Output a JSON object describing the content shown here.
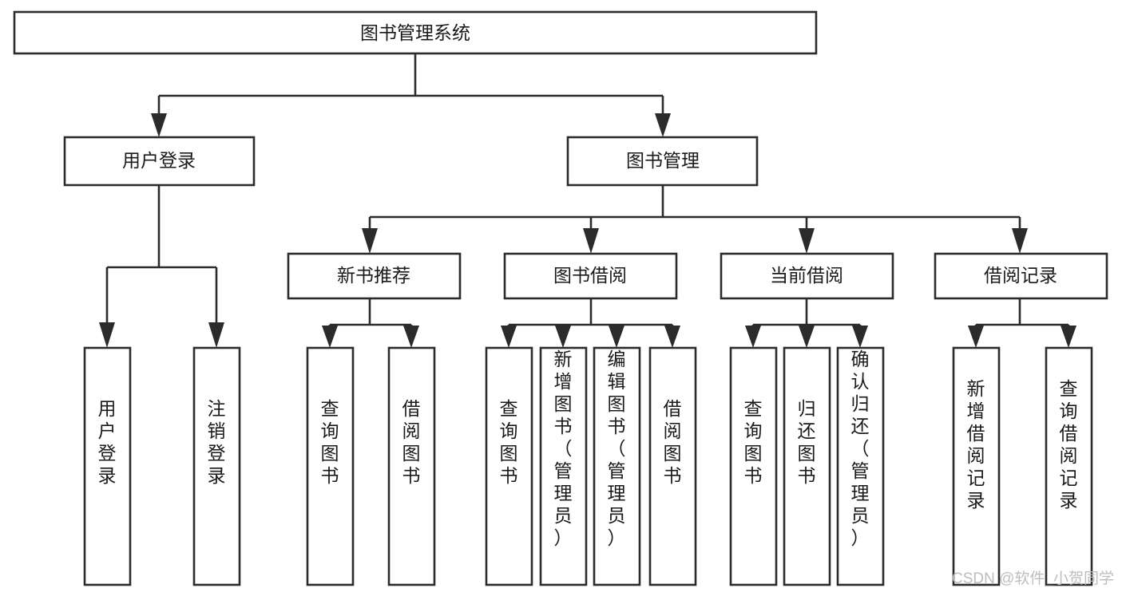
{
  "diagram": {
    "type": "tree-hierarchy",
    "title": "图书管理系统",
    "background_color": "#ffffff",
    "line_color": "#2b2b2b",
    "text_color": "#1a1a1a",
    "levels": 4,
    "nodes": {
      "root": {
        "label": "图书管理系统",
        "orientation": "horizontal"
      },
      "level2": [
        {
          "label": "用户登录",
          "orientation": "horizontal"
        },
        {
          "label": "图书管理",
          "orientation": "horizontal"
        }
      ],
      "level3": [
        {
          "label": "新书推荐",
          "orientation": "horizontal"
        },
        {
          "label": "图书借阅",
          "orientation": "horizontal"
        },
        {
          "label": "当前借阅",
          "orientation": "horizontal"
        },
        {
          "label": "借阅记录",
          "orientation": "horizontal"
        }
      ],
      "leaves": [
        {
          "label": "用户登录",
          "orientation": "vertical",
          "parent": "用户登录"
        },
        {
          "label": "注销登录",
          "orientation": "vertical",
          "parent": "用户登录"
        },
        {
          "label": "查询图书",
          "orientation": "vertical",
          "parent": "新书推荐"
        },
        {
          "label": "借阅图书",
          "orientation": "vertical",
          "parent": "新书推荐"
        },
        {
          "label": "查询图书",
          "orientation": "vertical",
          "parent": "图书借阅"
        },
        {
          "label": "新增图书（管理员）",
          "orientation": "vertical",
          "parent": "图书借阅"
        },
        {
          "label": "编辑图书（管理员）",
          "orientation": "vertical",
          "parent": "图书借阅"
        },
        {
          "label": "借阅图书",
          "orientation": "vertical",
          "parent": "图书借阅"
        },
        {
          "label": "查询图书",
          "orientation": "vertical",
          "parent": "当前借阅"
        },
        {
          "label": "归还图书",
          "orientation": "vertical",
          "parent": "当前借阅"
        },
        {
          "label": "确认归还（管理员）",
          "orientation": "vertical",
          "parent": "当前借阅"
        },
        {
          "label": "新增借阅记录",
          "orientation": "vertical",
          "parent": "借阅记录"
        },
        {
          "label": "查询借阅记录",
          "orientation": "vertical",
          "parent": "借阅记录"
        }
      ]
    }
  },
  "watermark": {
    "text": "CSDN @软件_小贺同学",
    "color": "#bdbdbd"
  }
}
